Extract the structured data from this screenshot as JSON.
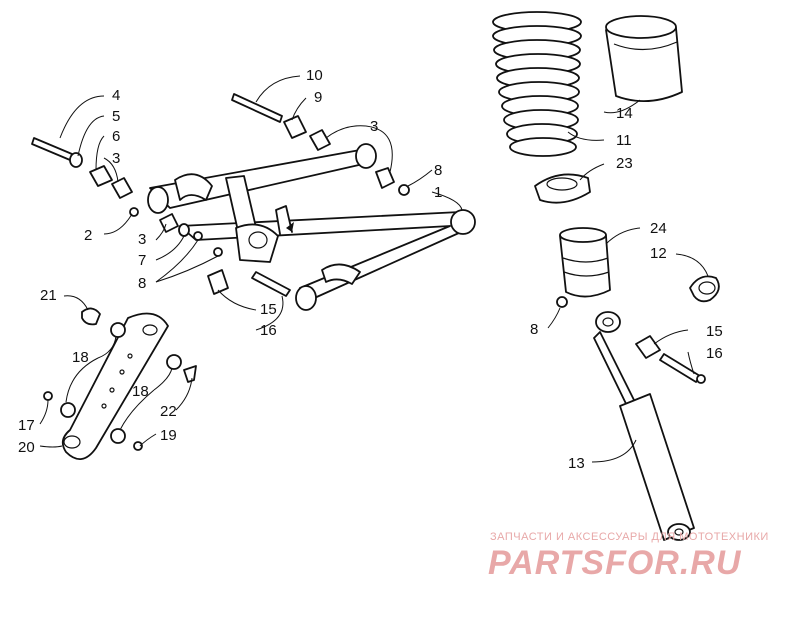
{
  "callouts": {
    "c1": "1",
    "c2": "2",
    "c3a": "3",
    "c3b": "3",
    "c3c": "3",
    "c4": "4",
    "c5": "5",
    "c6": "6",
    "c7": "7",
    "c8a": "8",
    "c8b": "8",
    "c8c": "8",
    "c9": "9",
    "c10": "10",
    "c11": "11",
    "c12": "12",
    "c13": "13",
    "c14": "14",
    "c15a": "15",
    "c15b": "15",
    "c16a": "16",
    "c16b": "16",
    "c17": "17",
    "c18a": "18",
    "c18b": "18",
    "c19": "19",
    "c20": "20",
    "c21": "21",
    "c22": "22",
    "c23": "23",
    "c24": "24"
  },
  "watermark": {
    "line": "ЗАПЧАСТИ И АКСЕССУАРЫ ДЛЯ МОТОТЕХНИКИ",
    "logo": "PARTSFOR.RU",
    "color": "#e8a8a8"
  }
}
